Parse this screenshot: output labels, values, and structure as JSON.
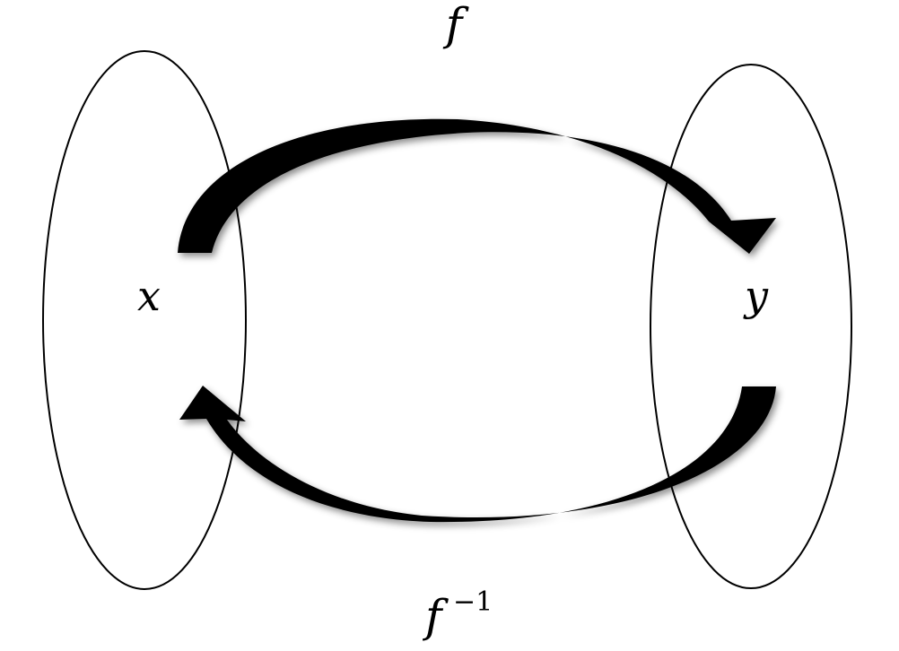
{
  "diagram": {
    "forward_label": "f",
    "inverse_base": "f",
    "inverse_exponent": "−1",
    "domain_label": "x",
    "codomain_label": "y"
  },
  "colors": {
    "stroke": "#000000",
    "arrow_fill": "#000000",
    "background": "#ffffff"
  }
}
